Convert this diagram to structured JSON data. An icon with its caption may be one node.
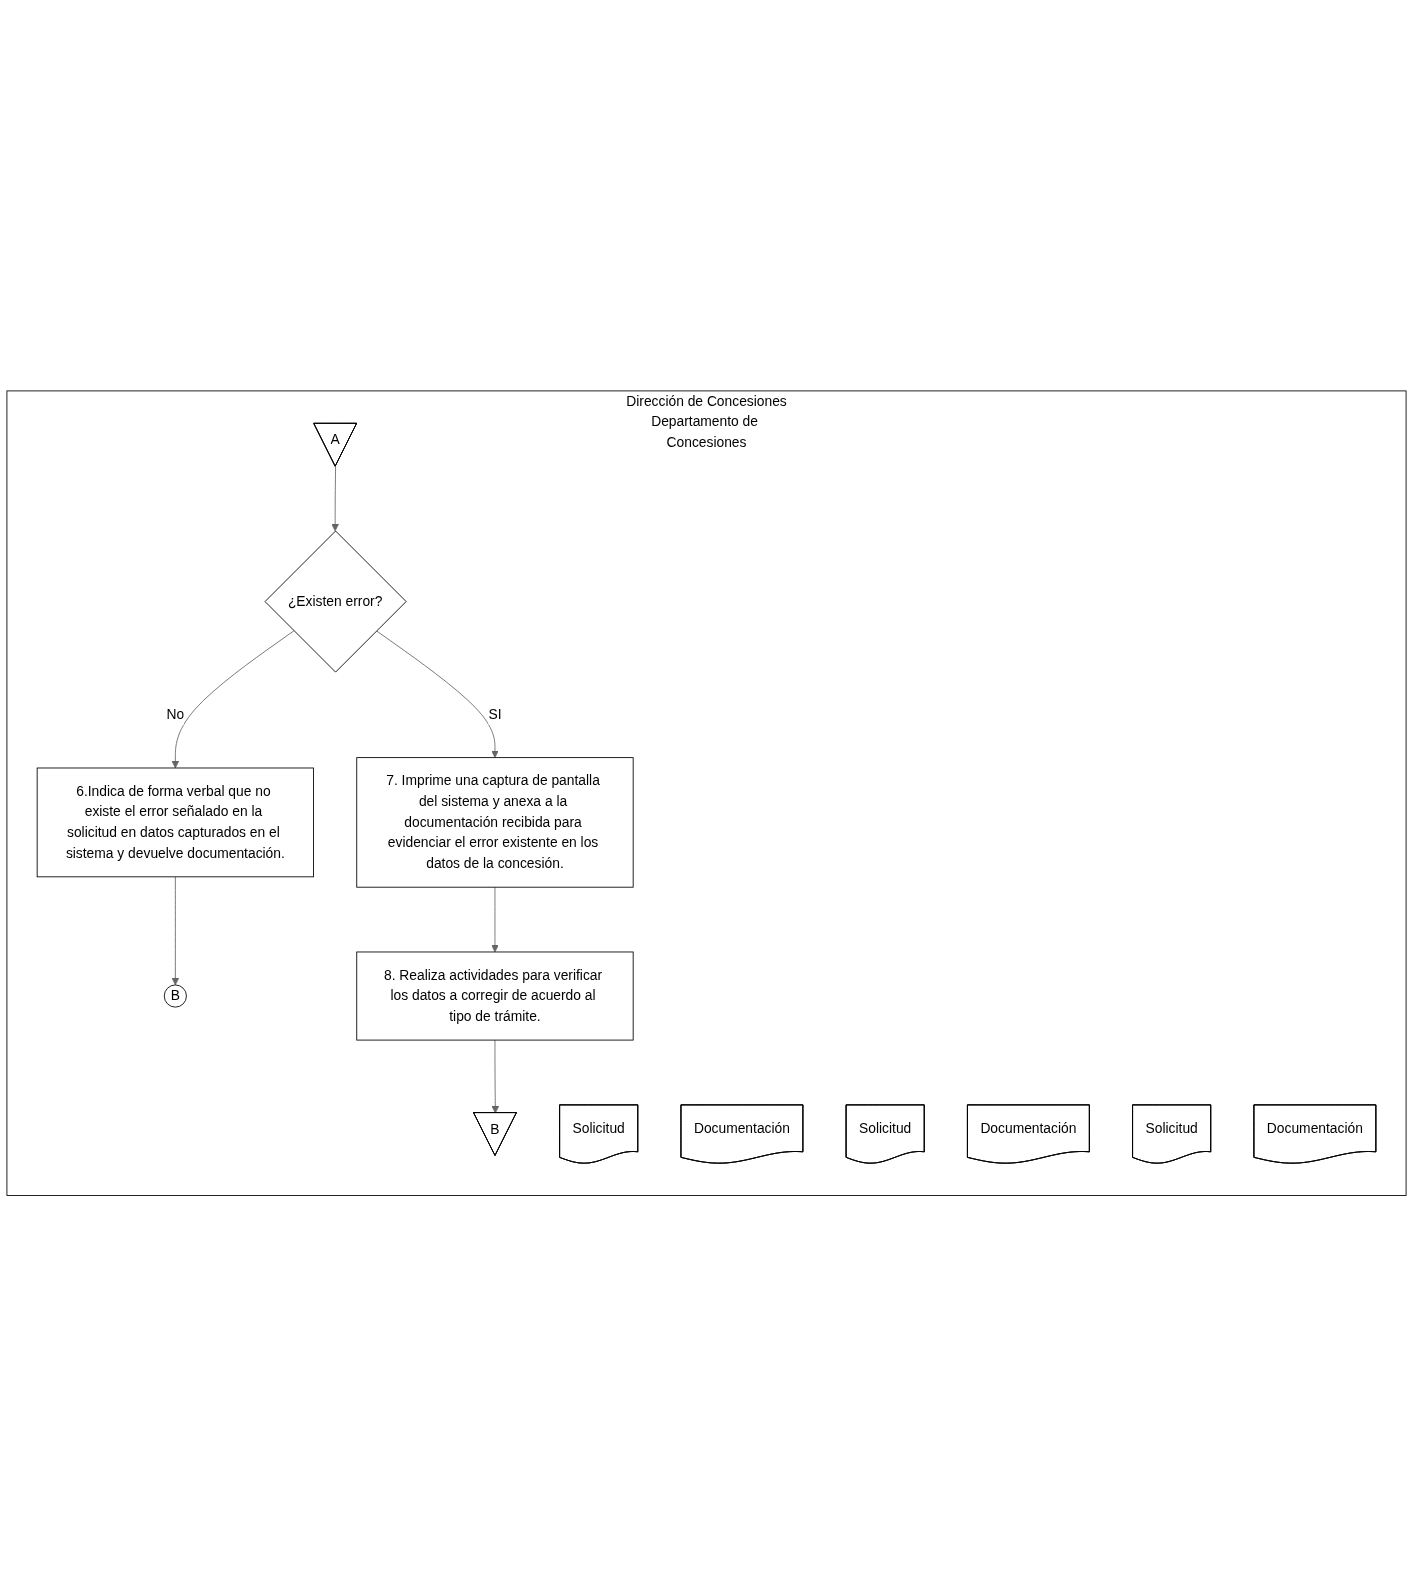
{
  "diagram": {
    "nodes": [
      {
        "text": [
          "Dirección de Concesiones",
          "Departamento de Concesiones"
        ]
      },
      {
        "text": [
          "A"
        ],
        "in": 0
      },
      {
        "text": [
          "¿Existen error?"
        ],
        "in": 0
      },
      {
        "text": [
          "6.Indica de forma verbal que no existe el error señalado en la solicitud en datos capturados en el sistema y devuelve documentación."
        ],
        "in": 0
      },
      {
        "text": [
          "Solicitud"
        ],
        "in": 0
      },
      {
        "text": [
          "Documentación"
        ],
        "in": 0
      },
      {
        "text": [
          "B"
        ],
        "in": 0
      },
      {
        "text": [
          "7. Imprime una captura de pantalla del sistema y anexa a la documentación recibida para evidenciar el error existente en los datos de la concesión."
        ],
        "in": 0
      },
      {
        "text": [
          "Solicitud"
        ],
        "in": 0
      },
      {
        "text": [
          "Documentación"
        ],
        "in": 0
      },
      {
        "text": [
          "8. Realiza actividades para verificar los datos a corregir de acuerdo al tipo de trámite."
        ],
        "in": 0
      },
      {
        "text": [
          "Solicitud"
        ],
        "in": 0
      },
      {
        "text": [
          "Documentación"
        ],
        "in": 0
      },
      {
        "text": [
          "B"
        ],
        "in": 0
      }
    ],
    "edges": [
      {
        "from": 1,
        "to": 2,
        "arrow": "to"
      },
      {
        "from": 2,
        "to": 3,
        "label": "No",
        "arrow": "to"
      },
      {
        "from": 2,
        "to": 7,
        "label": "SI",
        "arrow": "to"
      },
      {
        "from": 3,
        "to": 6,
        "arrow": "to"
      },
      {
        "from": 7,
        "to": 10,
        "arrow": "to"
      },
      {
        "from": 10,
        "to": 13,
        "arrow": "to"
      }
    ]
  }
}
